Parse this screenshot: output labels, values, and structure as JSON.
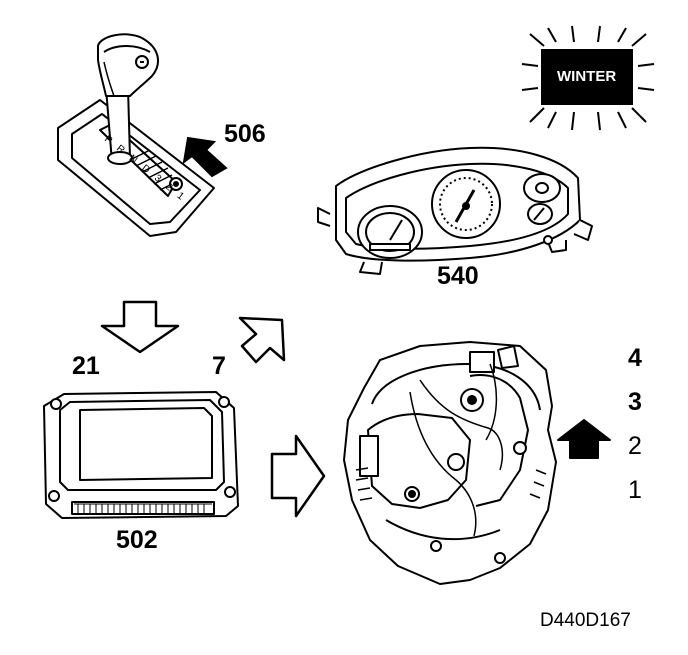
{
  "labels": {
    "gear_selector": "506",
    "instrument_cluster": "540",
    "control_module": "502",
    "pin_21": "21",
    "pin_7": "7"
  },
  "winter_lamp": {
    "text": "WINTER",
    "color": "#000000"
  },
  "gears": [
    "4",
    "3",
    "2",
    "1"
  ],
  "gear_shifter_letters": "P R N D 3 2 1",
  "selected_gear": "2",
  "reference_code": "D440D167",
  "icons": {
    "gear_selector": "shift-lever-icon",
    "instrument_cluster": "gauge-cluster-icon",
    "control_module": "ecu-box-icon",
    "transmission": "gearbox-icon",
    "winter_lamp": "indicator-lamp-icon"
  }
}
